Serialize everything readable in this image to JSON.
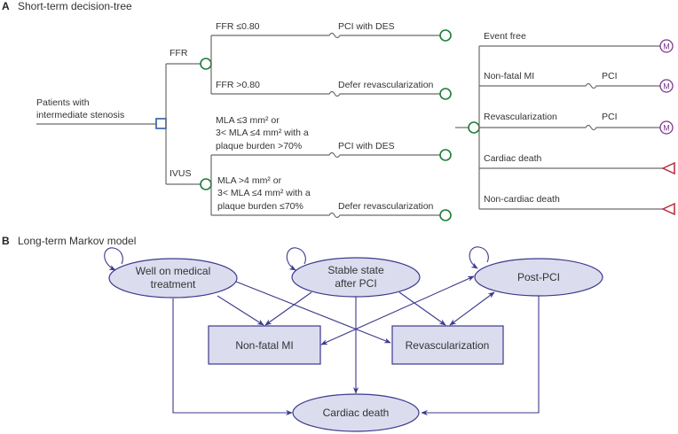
{
  "panel_a": {
    "letter": "A",
    "title": "Short-term decision-tree",
    "root_label_line1": "Patients with",
    "root_label_line2": "intermediate stenosis",
    "ffr": {
      "label": "FFR",
      "branch1_label": "FFR ≤0.80",
      "branch1_outcome": "PCI with DES",
      "branch2_label": "FFR >0.80",
      "branch2_outcome": "Defer revascularization"
    },
    "ivus": {
      "label": "IVUS",
      "branch1_line1": "MLA ≤3 mm² or",
      "branch1_line2": "3< MLA ≤4 mm² with a",
      "branch1_line3": "plaque burden >70%",
      "branch1_outcome": "PCI with DES",
      "branch2_line1": "MLA >4 mm² or",
      "branch2_line2": "3< MLA ≤4 mm² with a",
      "branch2_line3": "plaque burden ≤70%",
      "branch2_outcome": "Defer revascularization"
    },
    "events": [
      {
        "label": "Event free",
        "sub": "",
        "node": "markov"
      },
      {
        "label": "Non-fatal MI",
        "sub": "PCI",
        "node": "markov"
      },
      {
        "label": "Revascularization",
        "sub": "PCI",
        "node": "markov"
      },
      {
        "label": "Cardiac death",
        "sub": "",
        "node": "terminal"
      },
      {
        "label": "Non-cardiac death",
        "sub": "",
        "node": "terminal"
      }
    ],
    "markov_symbol": "M",
    "colors": {
      "chance": "#1e7d3a",
      "decision": "#2d5da6",
      "markov": "#7a3a8a",
      "terminal": "#b8283a"
    }
  },
  "panel_b": {
    "letter": "B",
    "title": "Long-term Markov model",
    "states": {
      "well_line1": "Well on medical",
      "well_line2": "treatment",
      "stable_line1": "Stable state",
      "stable_line2": "after PCI",
      "post_pci": "Post-PCI",
      "nonfatal_mi": "Non-fatal MI",
      "revasc": "Revascularization",
      "cardiac_death": "Cardiac death"
    },
    "colors": {
      "fill": "#dcdcef",
      "stroke": "#3c3a8c"
    }
  }
}
